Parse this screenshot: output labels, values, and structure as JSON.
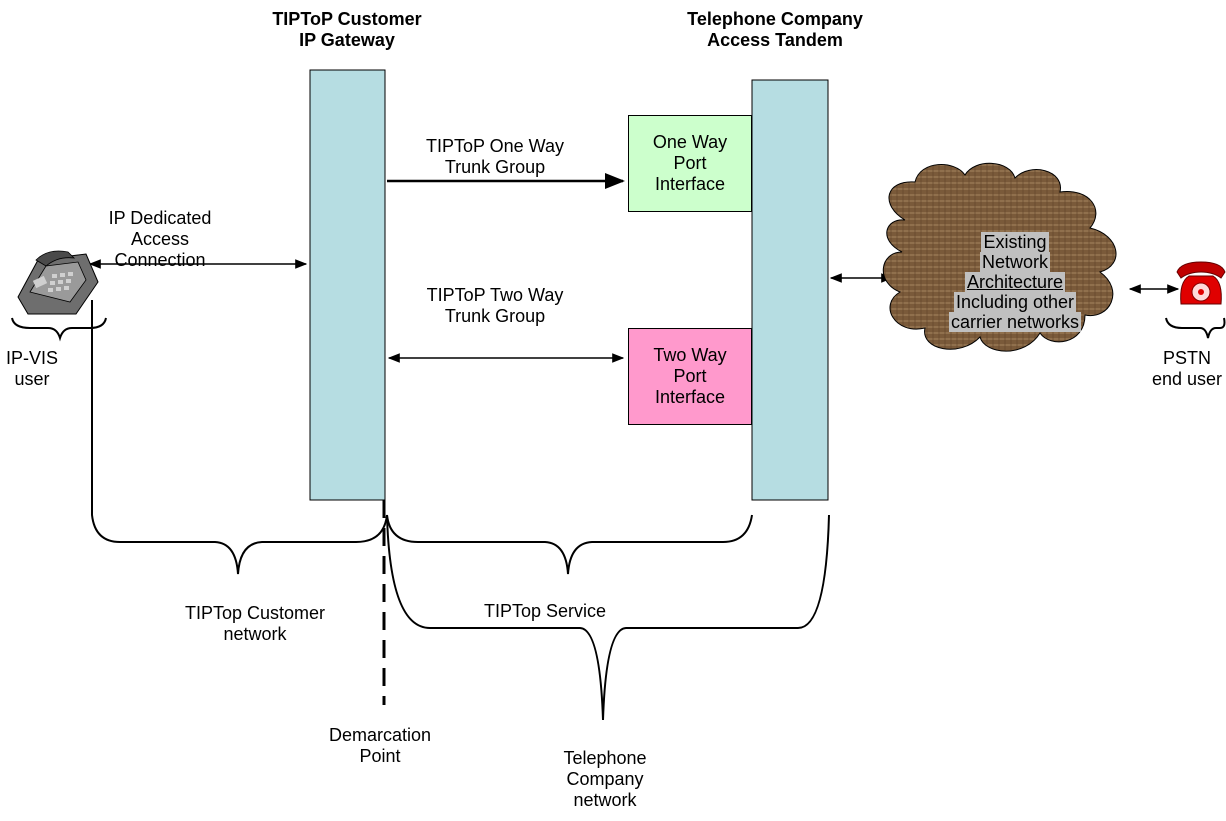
{
  "gateway": {
    "title_line1": "TIPToP Customer",
    "title_line2": "IP Gateway",
    "fill": "#b6dde2"
  },
  "tandem": {
    "title_line1": "Telephone Company",
    "title_line2": "Access Tandem",
    "fill": "#b6dde2"
  },
  "one_way_trunk": {
    "line1": "TIPToP One Way",
    "line2": "Trunk Group"
  },
  "two_way_trunk": {
    "line1": "TIPToP Two Way",
    "line2": "Trunk Group"
  },
  "one_way_port": {
    "line1": "One Way",
    "line2": "Port",
    "line3": "Interface",
    "fill": "#ccffcc"
  },
  "two_way_port": {
    "line1": "Two Way",
    "line2": "Port",
    "line3": "Interface",
    "fill": "#ff99cc"
  },
  "ip_access": {
    "line1": "IP Dedicated",
    "line2": "Access",
    "line3": "Connection"
  },
  "cloud": {
    "line1": "Existing",
    "line2": "Network",
    "line3": "Architecture",
    "line4": "Including other",
    "line5": "carrier  networks",
    "fill": "#8b6b4a"
  },
  "ip_vis_user": {
    "line1": "IP-VIS",
    "line2": "user"
  },
  "pstn_user": {
    "line1": "PSTN",
    "line2": "end user"
  },
  "customer_network": {
    "line1": "TIPTop Customer",
    "line2": "network"
  },
  "service": {
    "label": "TIPTop Service"
  },
  "demarcation": {
    "line1": "Demarcation",
    "line2": "Point"
  },
  "telco_network": {
    "line1": "Telephone",
    "line2": "Company",
    "line3": "network"
  },
  "icons": [
    "ip-phone-icon",
    "red-phone-icon",
    "cloud-icon"
  ]
}
